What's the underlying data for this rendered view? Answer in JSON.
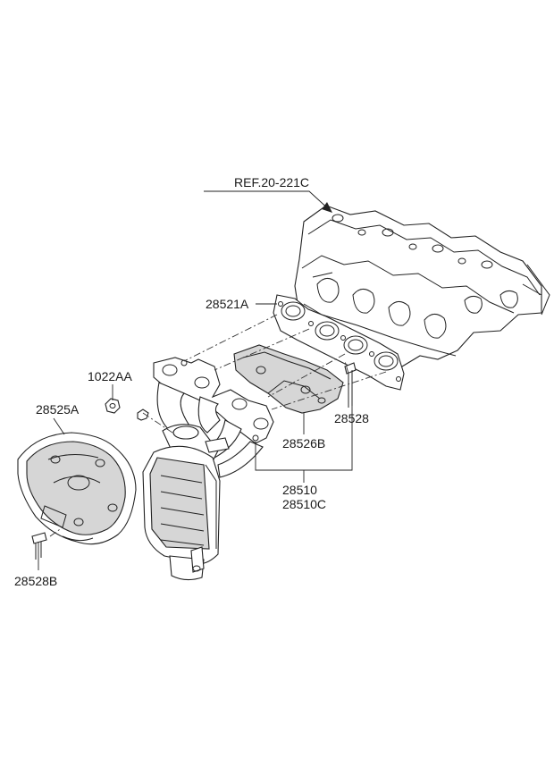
{
  "labels": {
    "ref": "REF.20-221C",
    "gasket": "28521A",
    "nut": "1022AA",
    "heat_protector": "28525A",
    "bolt_b": "28528B",
    "bolt": "28528",
    "lower_protector": "28526B",
    "manifold_1": "28510",
    "manifold_2": "28510C"
  }
}
